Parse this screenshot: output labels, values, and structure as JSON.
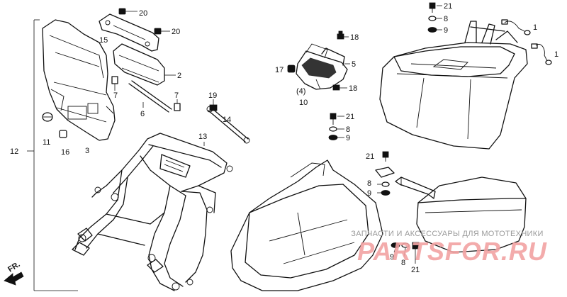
{
  "watermark": {
    "line1": "ЗАПЧАСТИ И АКСЕССУАРЫ ДЛЯ МОТОТЕХНИКИ",
    "line2": "PARTSFOR.RU"
  },
  "direction_marker": "FR.",
  "callouts": [
    {
      "id": "20a",
      "label": "20"
    },
    {
      "id": "20b",
      "label": "20"
    },
    {
      "id": "15",
      "label": "15"
    },
    {
      "id": "2",
      "label": "2"
    },
    {
      "id": "12",
      "label": "12"
    },
    {
      "id": "7a",
      "label": "7"
    },
    {
      "id": "7b",
      "label": "7"
    },
    {
      "id": "6",
      "label": "6"
    },
    {
      "id": "11",
      "label": "11"
    },
    {
      "id": "16",
      "label": "16"
    },
    {
      "id": "3",
      "label": "3"
    },
    {
      "id": "19",
      "label": "19"
    },
    {
      "id": "14",
      "label": "14"
    },
    {
      "id": "13",
      "label": "13"
    },
    {
      "id": "18a",
      "label": "18"
    },
    {
      "id": "17",
      "label": "17"
    },
    {
      "id": "5",
      "label": "5"
    },
    {
      "id": "4",
      "label": "(4)"
    },
    {
      "id": "10",
      "label": "10"
    },
    {
      "id": "18b",
      "label": "18"
    },
    {
      "id": "21a",
      "label": "21"
    },
    {
      "id": "8a",
      "label": "8"
    },
    {
      "id": "9a",
      "label": "9"
    },
    {
      "id": "21b",
      "label": "21"
    },
    {
      "id": "8b",
      "label": "8"
    },
    {
      "id": "9b",
      "label": "9"
    },
    {
      "id": "1a",
      "label": "1"
    },
    {
      "id": "1b",
      "label": "1"
    },
    {
      "id": "21c",
      "label": "21"
    },
    {
      "id": "8c",
      "label": "8"
    },
    {
      "id": "9c",
      "label": "9"
    },
    {
      "id": "9d",
      "label": "9"
    },
    {
      "id": "8d",
      "label": "8"
    },
    {
      "id": "21d",
      "label": "21"
    }
  ]
}
